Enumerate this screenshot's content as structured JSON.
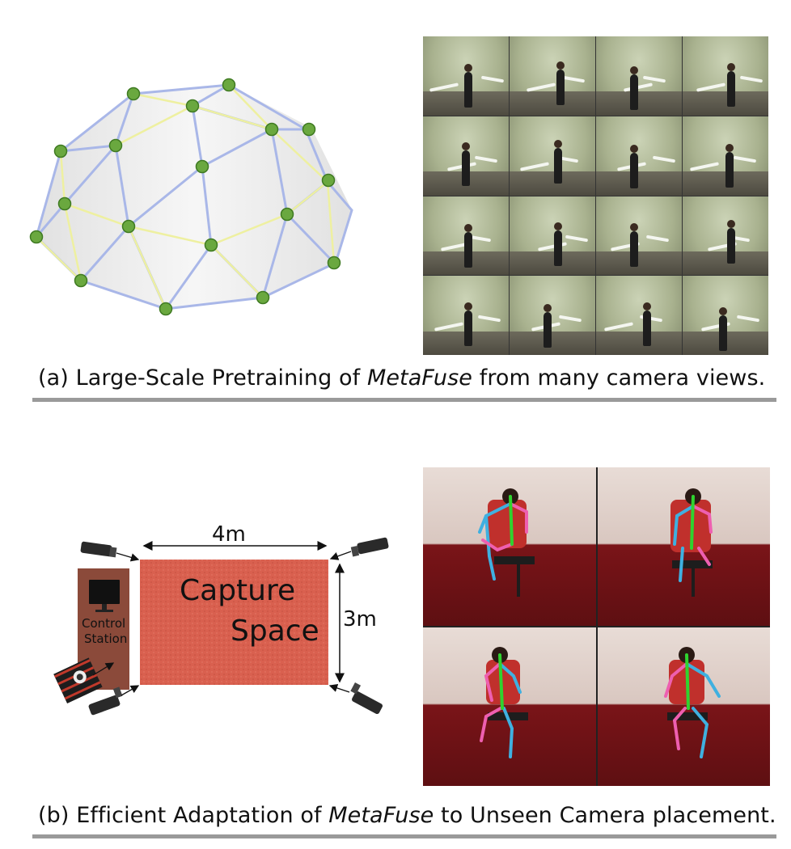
{
  "panel_a": {
    "caption_prefix": "(a) Large-Scale Pretraining of ",
    "caption_italic": "MetaFuse",
    "caption_suffix": " from many camera views."
  },
  "panel_b": {
    "caption_prefix": "(b) Efficient Adaptation of ",
    "caption_italic": "MetaFuse",
    "caption_suffix": " to Unseen Camera placement.",
    "width_label": "4m",
    "height_label": "3m",
    "capture_line1": "Capture",
    "capture_line2": "Space",
    "control_line1": "Control",
    "control_line2": "Station"
  },
  "colors": {
    "node": "#6aa83f",
    "edge_blue": "#a9b7e8",
    "edge_yellow": "#eef0a0",
    "capture_space": "#d9604f",
    "control_station": "#8b4a3a",
    "skeleton_blue": "#3fb0e0",
    "skeleton_pink": "#ee5fb0",
    "skeleton_green": "#2fd32f"
  }
}
